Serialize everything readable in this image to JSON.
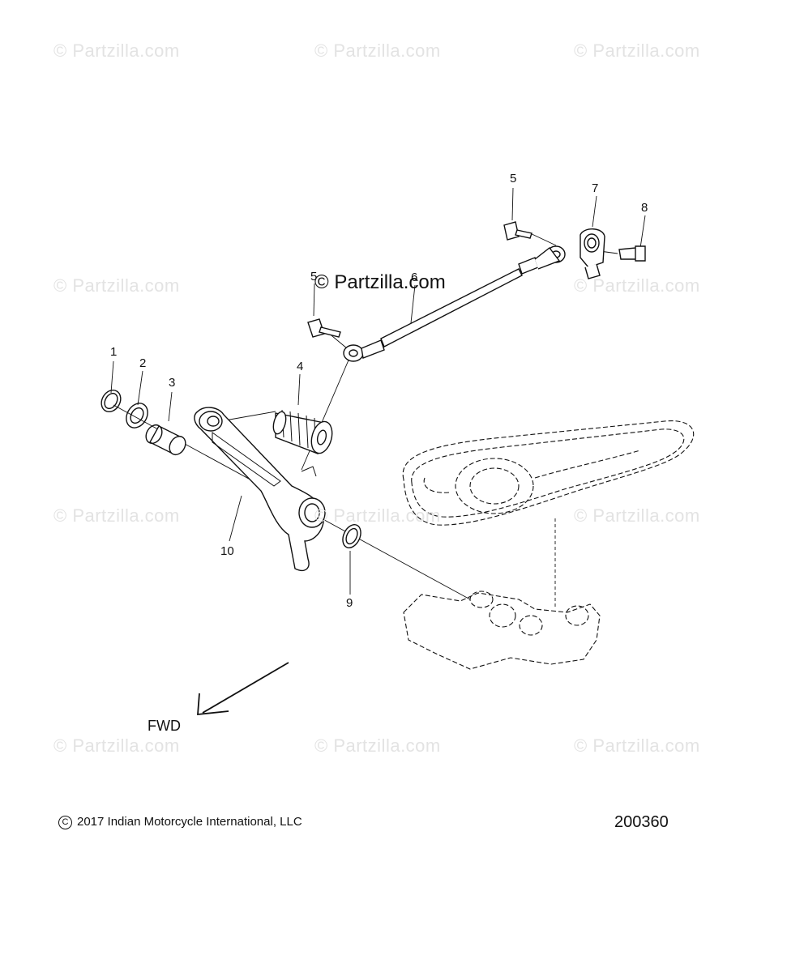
{
  "watermark_text": "© Partzilla.com",
  "center_watermark_text": "© Partzilla.com",
  "callouts": {
    "c1": "1",
    "c2": "2",
    "c3": "3",
    "c4": "4",
    "c5a": "5",
    "c5b": "5",
    "c6": "6",
    "c7": "7",
    "c8": "8",
    "c9": "9",
    "c10": "10"
  },
  "direction_label": "FWD",
  "copyright_symbol": "C",
  "copyright_text": "2017 Indian Motorcycle International, LLC",
  "diagram_number": "200360",
  "colors": {
    "line": "#111111",
    "watermark": "#e3e3e3"
  }
}
